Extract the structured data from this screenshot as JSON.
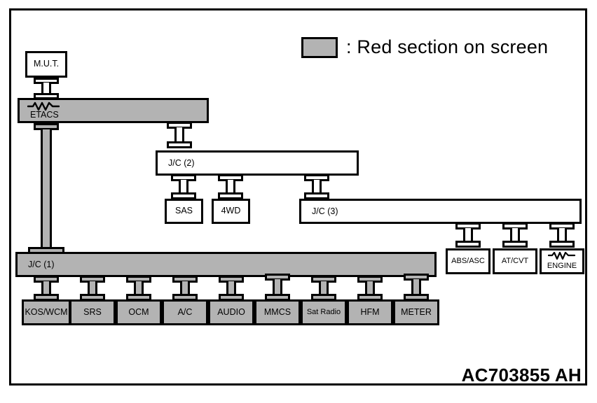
{
  "diagram": {
    "part_number": "AC703855 AH",
    "legend": {
      "swatch_color": "#b3b3b3",
      "text": ": Red section on screen"
    },
    "colors": {
      "highlight": "#b3b3b3",
      "plain": "#ffffff",
      "line": "#000000"
    },
    "nodes": [
      {
        "id": "mut",
        "label": "M.U.T.",
        "highlighted": false,
        "symbol": "none"
      },
      {
        "id": "etacs",
        "label": "ETACS",
        "highlighted": true,
        "symbol": "resistor-zigzag"
      },
      {
        "id": "jc2",
        "label": "J/C (2)",
        "highlighted": false,
        "symbol": "none"
      },
      {
        "id": "sas",
        "label": "SAS",
        "highlighted": false,
        "symbol": "none"
      },
      {
        "id": "4wd",
        "label": "4WD",
        "highlighted": false,
        "symbol": "none"
      },
      {
        "id": "jc3",
        "label": "J/C (3)",
        "highlighted": false,
        "symbol": "none"
      },
      {
        "id": "jc1",
        "label": "J/C (1)",
        "highlighted": true,
        "symbol": "none"
      },
      {
        "id": "kos_wcm",
        "label": "KOS/WCM",
        "highlighted": true,
        "symbol": "none"
      },
      {
        "id": "srs",
        "label": "SRS",
        "highlighted": true,
        "symbol": "none"
      },
      {
        "id": "ocm",
        "label": "OCM",
        "highlighted": true,
        "symbol": "none"
      },
      {
        "id": "ac",
        "label": "A/C",
        "highlighted": true,
        "symbol": "none"
      },
      {
        "id": "audio",
        "label": "AUDIO",
        "highlighted": true,
        "symbol": "none"
      },
      {
        "id": "mmcs",
        "label": "MMCS",
        "highlighted": true,
        "symbol": "none"
      },
      {
        "id": "satradio",
        "label": "Sat Radio",
        "highlighted": true,
        "symbol": "none"
      },
      {
        "id": "hfm",
        "label": "HFM",
        "highlighted": true,
        "symbol": "none"
      },
      {
        "id": "meter",
        "label": "METER",
        "highlighted": true,
        "symbol": "none"
      },
      {
        "id": "abs_asc",
        "label": "ABS/ASC",
        "highlighted": false,
        "symbol": "none"
      },
      {
        "id": "at_cvt",
        "label": "AT/CVT",
        "highlighted": false,
        "symbol": "none"
      },
      {
        "id": "engine",
        "label": "ENGINE",
        "highlighted": false,
        "symbol": "resistor-zigzag"
      }
    ]
  }
}
